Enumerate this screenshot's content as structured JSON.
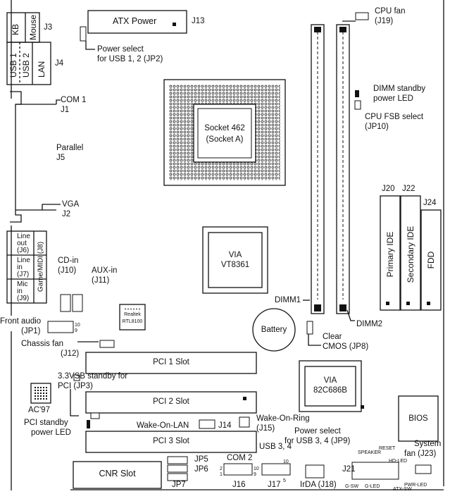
{
  "board": {
    "kb": "KB",
    "mouse": "Mouse",
    "j3": "J3",
    "usb1": "USB 1",
    "usb2": "USB 2",
    "lan": "LAN",
    "j4": "J4",
    "atx_power": "ATX Power",
    "j13": "J13",
    "power_select_12": [
      "Power select",
      "for USB 1, 2 (JP2)"
    ],
    "cpu_fan": [
      "CPU fan",
      "(J19)"
    ],
    "com1": [
      "COM 1",
      "J1"
    ],
    "parallel": [
      "Parallel",
      "J5"
    ],
    "vga": [
      "VGA",
      "J2"
    ],
    "socket": [
      "Socket 462",
      "(Socket A)"
    ],
    "dimm_standby": [
      "DIMM standby",
      "power LED"
    ],
    "cpu_fsb": [
      "CPU FSB select",
      "(JP10)"
    ],
    "j20": "J20",
    "j22": "J22",
    "j24": "J24",
    "primary_ide": "Primary IDE",
    "secondary_ide": "Secondary IDE",
    "fdd": "FDD",
    "via_north": [
      "VIA",
      "VT8361"
    ],
    "dimm1": "DIMM1",
    "dimm2": "DIMM2",
    "line_out": [
      "Line",
      "out",
      "(J6)"
    ],
    "line_in": [
      "Line",
      "in",
      "(J7)"
    ],
    "mic_in": [
      "Mic",
      "in",
      "(J9)"
    ],
    "game_midi": "Game/MIDI (J8)",
    "cd_in": [
      "CD-in",
      "(J10)"
    ],
    "aux_in": [
      "AUX-in",
      "(J11)"
    ],
    "front_audio": [
      "Front audio",
      "(JP1)"
    ],
    "realtek": [
      "Realtek",
      "RTL8100"
    ],
    "battery": "Battery",
    "clear_cmos": [
      "Clear",
      "CMOS (JP8)"
    ],
    "chassis_fan": [
      "Chassis fan",
      "(J12)"
    ],
    "pci1": "PCI 1 Slot",
    "pci2": "PCI 2 Slot",
    "pci3": "PCI 3 Slot",
    "standby_33": [
      "3.3VSB standby for",
      "PCI (JP3)"
    ],
    "ac97": "AC'97",
    "via_south": [
      "VIA",
      "82C686B"
    ],
    "pci_standby": [
      "PCI standby",
      "power LED"
    ],
    "wake_lan": "Wake-On-LAN",
    "j14": "J14",
    "wake_ring": [
      "Wake-On-Ring",
      "(J15)"
    ],
    "power_select_34": [
      "Power select",
      "for USB 3, 4 (JP9)"
    ],
    "bios": "BIOS",
    "system_fan": [
      "System",
      "fan (J23)"
    ],
    "cnr": "CNR Slot",
    "jp5": "JP5",
    "jp6": "JP6",
    "jp7": "JP7",
    "com2": "COM 2",
    "j16": "J16",
    "usb34": "USB 3, 4",
    "j17": "J17",
    "irda": "IrDA (J18)",
    "j21": "J21",
    "speaker": "SPEAKER",
    "reset": "RESET",
    "hd_led": "HD-LED",
    "g_sw": "G-SW",
    "g_led": "G-LED",
    "atx_sw": "ATX-SW",
    "pwr_led": "PWR-LED",
    "realtek_pins": [
      "10",
      "9"
    ],
    "com2_pins": [
      "2",
      "1",
      "10",
      "9"
    ],
    "usb_pins": [
      "10",
      "5"
    ]
  }
}
